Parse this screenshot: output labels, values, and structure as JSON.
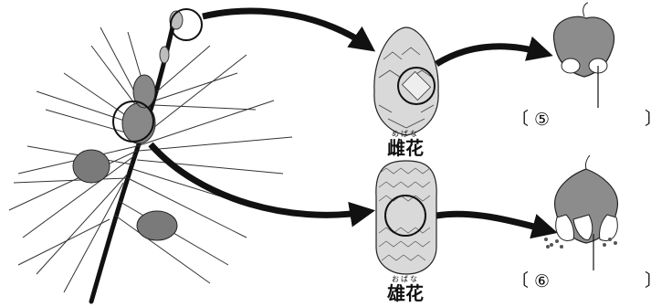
{
  "labels": {
    "female": {
      "ruby": "めばな",
      "main": "雌花"
    },
    "male": {
      "ruby": "おばな",
      "main": "雄花"
    }
  },
  "answers": [
    {
      "open": "〔",
      "number": "⑤",
      "close": "〕"
    },
    {
      "open": "〔",
      "number": "⑥",
      "close": "〕"
    }
  ],
  "colors": {
    "line": "#111111",
    "scale_gray": "#8c8c8c",
    "light_gray": "#cfcfcf"
  }
}
